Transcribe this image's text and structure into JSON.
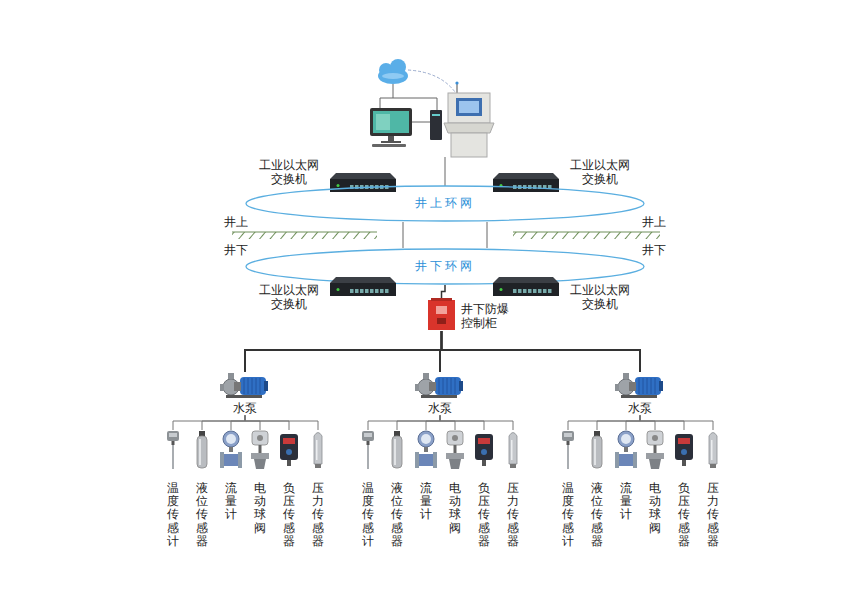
{
  "diagram": {
    "nodes": [
      {
        "text": [
          "工业以太网 交换机"
        ]
      },
      {
        "text": [
          "工业以太网 交换机"
        ]
      },
      {
        "text": [
          "井上环网"
        ]
      },
      {
        "text": [
          "井下环网"
        ]
      },
      {
        "text": [
          "工业以太网 交换机"
        ]
      },
      {
        "text": [
          "工业以太网 交换机"
        ]
      },
      {
        "text": [
          "井下防爆 控制柜"
        ]
      },
      {
        "text": [
          "水泵"
        ]
      },
      {
        "text": [
          "水泵"
        ]
      },
      {
        "text": [
          "水泵"
        ]
      },
      {
        "text": [
          "温度传感计"
        ]
      },
      {
        "text": [
          "液位传感器"
        ]
      },
      {
        "text": [
          "流量计"
        ]
      },
      {
        "text": [
          "电动球阀"
        ]
      },
      {
        "text": [
          "负压传感器"
        ]
      },
      {
        "text": [
          "压力传感器"
        ]
      },
      {
        "text": [
          "温度传感计"
        ]
      },
      {
        "text": [
          "液位传感器"
        ]
      },
      {
        "text": [
          "流量计"
        ]
      },
      {
        "text": [
          "电动球阀"
        ]
      },
      {
        "text": [
          "负压传感器"
        ]
      },
      {
        "text": [
          "压力传感器"
        ]
      },
      {
        "text": [
          "温度传感计"
        ]
      },
      {
        "text": [
          "液位传感器"
        ]
      },
      {
        "text": [
          "流量计"
        ]
      },
      {
        "text": [
          "电动球阀"
        ]
      },
      {
        "text": [
          "负压传感器"
        ]
      },
      {
        "text": [
          "压力传感器"
        ]
      }
    ],
    "edges": [
      {
        "from": 2,
        "to": 3,
        "arrow": "none"
      },
      {
        "from": 2,
        "to": 3,
        "arrow": "none"
      },
      {
        "from": 3,
        "to": 6,
        "arrow": "none"
      },
      {
        "from": 6,
        "to": 7,
        "arrow": "none"
      },
      {
        "from": 6,
        "to": 8,
        "arrow": "none"
      },
      {
        "from": 6,
        "to": 9,
        "arrow": "none"
      },
      {
        "from": 7,
        "to": 10,
        "arrow": "none"
      },
      {
        "from": 7,
        "to": 11,
        "arrow": "none"
      },
      {
        "from": 7,
        "to": 12,
        "arrow": "none"
      },
      {
        "from": 7,
        "to": 13,
        "arrow": "none"
      },
      {
        "from": 7,
        "to": 14,
        "arrow": "none"
      },
      {
        "from": 7,
        "to": 15,
        "arrow": "none"
      },
      {
        "from": 8,
        "to": 16,
        "arrow": "none"
      },
      {
        "from": 8,
        "to": 17,
        "arrow": "none"
      },
      {
        "from": 8,
        "to": 18,
        "arrow": "none"
      },
      {
        "from": 8,
        "to": 19,
        "arrow": "none"
      },
      {
        "from": 8,
        "to": 20,
        "arrow": "none"
      },
      {
        "from": 8,
        "to": 21,
        "arrow": "none"
      },
      {
        "from": 9,
        "to": 22,
        "arrow": "none"
      },
      {
        "from": 9,
        "to": 23,
        "arrow": "none"
      },
      {
        "from": 9,
        "to": 24,
        "arrow": "none"
      },
      {
        "from": 9,
        "to": 25,
        "arrow": "none"
      },
      {
        "from": 9,
        "to": 26,
        "arrow": "none"
      },
      {
        "from": 9,
        "to": 27,
        "arrow": "none"
      }
    ],
    "labels": [
      "井上",
      "井下",
      "井上",
      "井下"
    ]
  }
}
